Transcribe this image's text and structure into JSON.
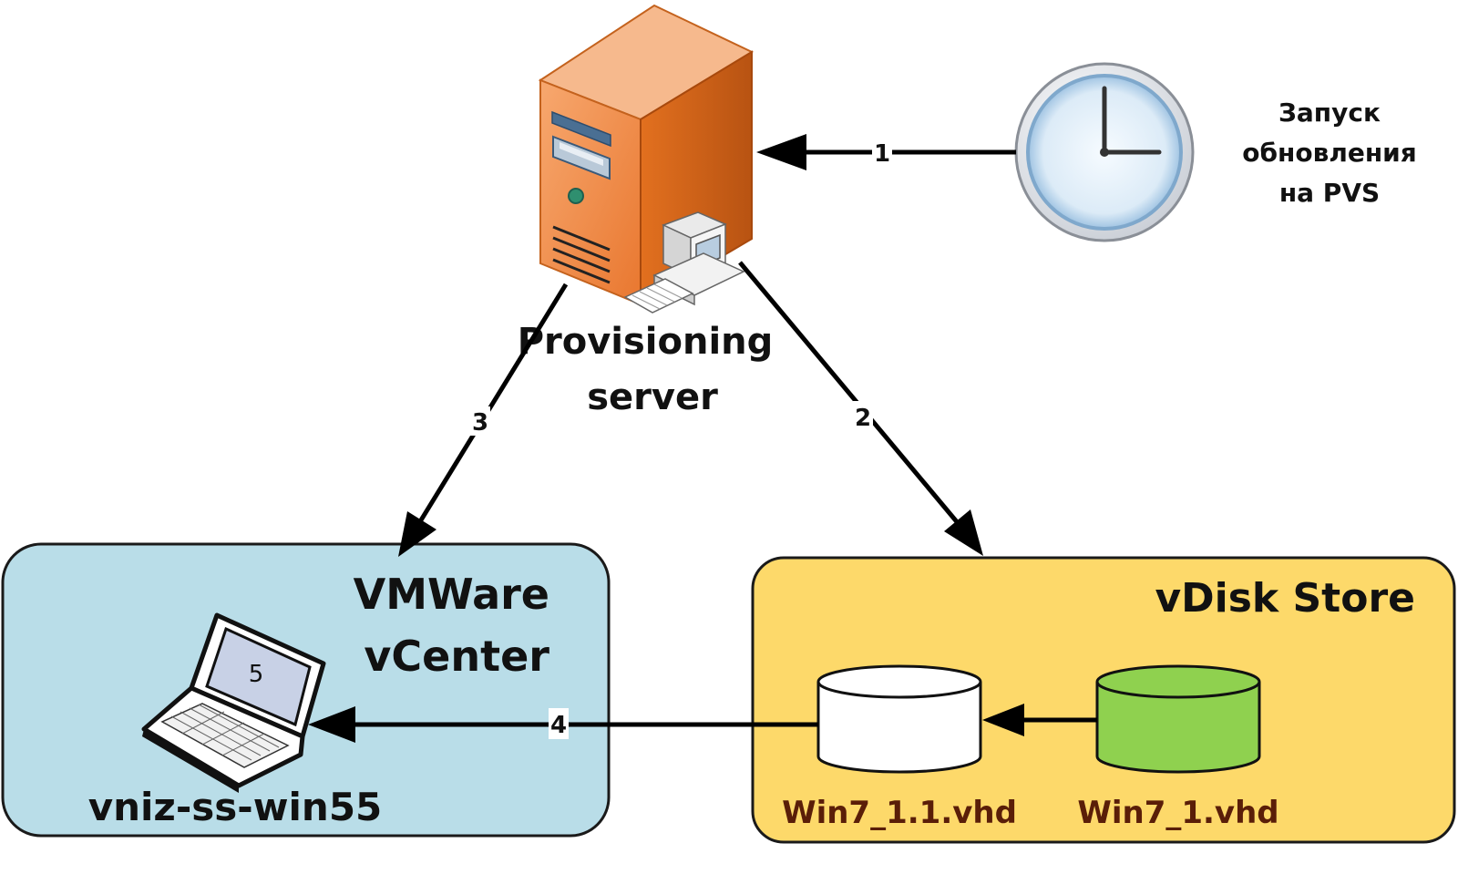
{
  "nodes": {
    "server": {
      "label_line1": "Provisioning",
      "label_line2": "server"
    },
    "clock": {
      "caption_line1": "Запуск",
      "caption_line2": "обновления",
      "caption_line3": "на PVS"
    },
    "vcenter": {
      "title_line1": "VMWare",
      "title_line2": "vCenter",
      "laptop_label": "vniz-ss-win55",
      "laptop_screen_number": "5"
    },
    "vdisk_store": {
      "title": "vDisk Store",
      "disk_new": "Win7_1.1.vhd",
      "disk_old": "Win7_1.vhd"
    }
  },
  "edges": {
    "step1": "1",
    "step2": "2",
    "step3": "3",
    "step4": "4"
  },
  "colors": {
    "vcenter_fill": "#b9dde8",
    "vdisk_fill": "#fdd96a",
    "server_front": "#f0894a",
    "server_side": "#d0621e",
    "disk_green": "#8fd14f",
    "text_dark_red": "#5a1e08"
  }
}
